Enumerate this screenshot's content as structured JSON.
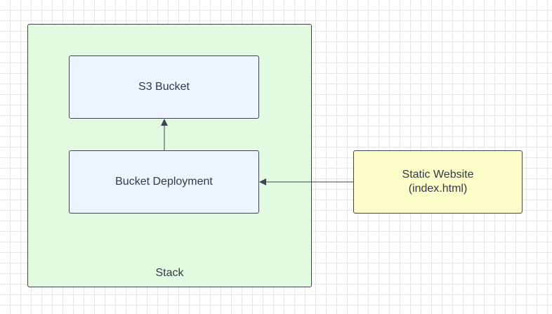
{
  "diagram": {
    "stack": {
      "label": "Stack",
      "fill": "#e2fae0"
    },
    "s3_bucket": {
      "label": "S3 Bucket",
      "fill": "#edf4ff"
    },
    "bucket_deployment": {
      "label": "Bucket Deployment",
      "fill": "#edf4ff"
    },
    "static_website": {
      "line1": "Static Website",
      "line2": "(index.html)",
      "fill": "#fcfdc9"
    },
    "edges": [
      {
        "from": "bucket_deployment",
        "to": "s3_bucket"
      },
      {
        "from": "static_website",
        "to": "bucket_deployment"
      }
    ],
    "stroke_color": "#3d4650"
  }
}
